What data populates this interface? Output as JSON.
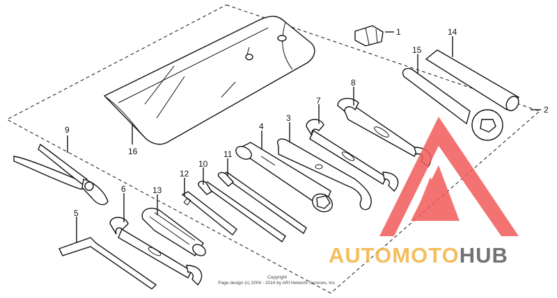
{
  "diagram": {
    "callouts": {
      "c1": "1",
      "c2": "2",
      "c3": "3",
      "c4": "4",
      "c5": "5",
      "c6": "6",
      "c7": "7",
      "c8": "8",
      "c9": "9",
      "c10": "10",
      "c11": "11",
      "c12": "12",
      "c13": "13",
      "c14": "14",
      "c15": "15",
      "c16": "16"
    },
    "copyright": {
      "line1": "Copyright",
      "line2": "Page design (c) 2004 - 2014 by ARI Network Services, Inc."
    }
  },
  "watermark": {
    "brand_part1": "AUTOMOTO",
    "brand_part2": "HUB",
    "colors": {
      "triangle": "#f25b5b",
      "brand_part1": "#f3b342",
      "brand_part2": "#5a5a5a"
    }
  }
}
